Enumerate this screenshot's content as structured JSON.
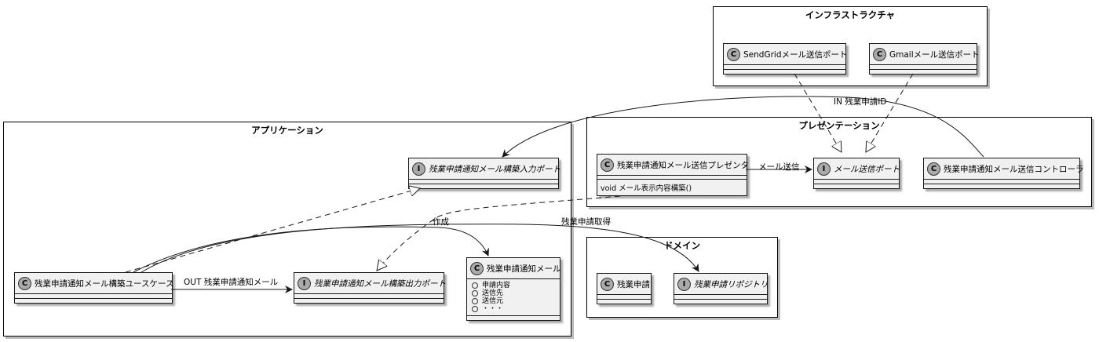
{
  "packages": {
    "infrastructure": {
      "title": "インフラストラクチャ"
    },
    "application": {
      "title": "アプリケーション"
    },
    "presentation": {
      "title": "プレゼンテーション"
    },
    "domain": {
      "title": "ドメイン"
    }
  },
  "classes": {
    "sendgrid_port": {
      "stereotype": "C",
      "name": "SendGridメール送信ポート"
    },
    "gmail_port": {
      "stereotype": "C",
      "name": "Gmailメール送信ポート"
    },
    "build_input_port": {
      "stereotype": "I",
      "name": "残業申請通知メール構築入力ポート"
    },
    "presenter": {
      "stereotype": "C",
      "name": "残業申請通知メール送信プレゼンタ",
      "method": "void メール表示内容構築()"
    },
    "mail_port": {
      "stereotype": "I",
      "name": "メール送信ポート"
    },
    "controller": {
      "stereotype": "C",
      "name": "残業申請通知メール送信コントローラ"
    },
    "usecase": {
      "stereotype": "C",
      "name": "残業申請通知メール構築ユースケース"
    },
    "build_output_port": {
      "stereotype": "I",
      "name": "残業申請通知メール構築出力ポート"
    },
    "notice_mail": {
      "stereotype": "C",
      "name": "残業申請通知メール",
      "fields": [
        "申請内容",
        "送信先",
        "送信元",
        "・・・"
      ]
    },
    "overtime": {
      "stereotype": "C",
      "name": "残業申請"
    },
    "repository": {
      "stereotype": "I",
      "name": "残業申請リポジトリ"
    }
  },
  "relations": {
    "in_label": "IN 残業申請ID",
    "send_label": "メール送信",
    "create_label": "作成",
    "fetch_label": "残業申請取得",
    "out_label": "OUT 残業申請通知メール"
  }
}
